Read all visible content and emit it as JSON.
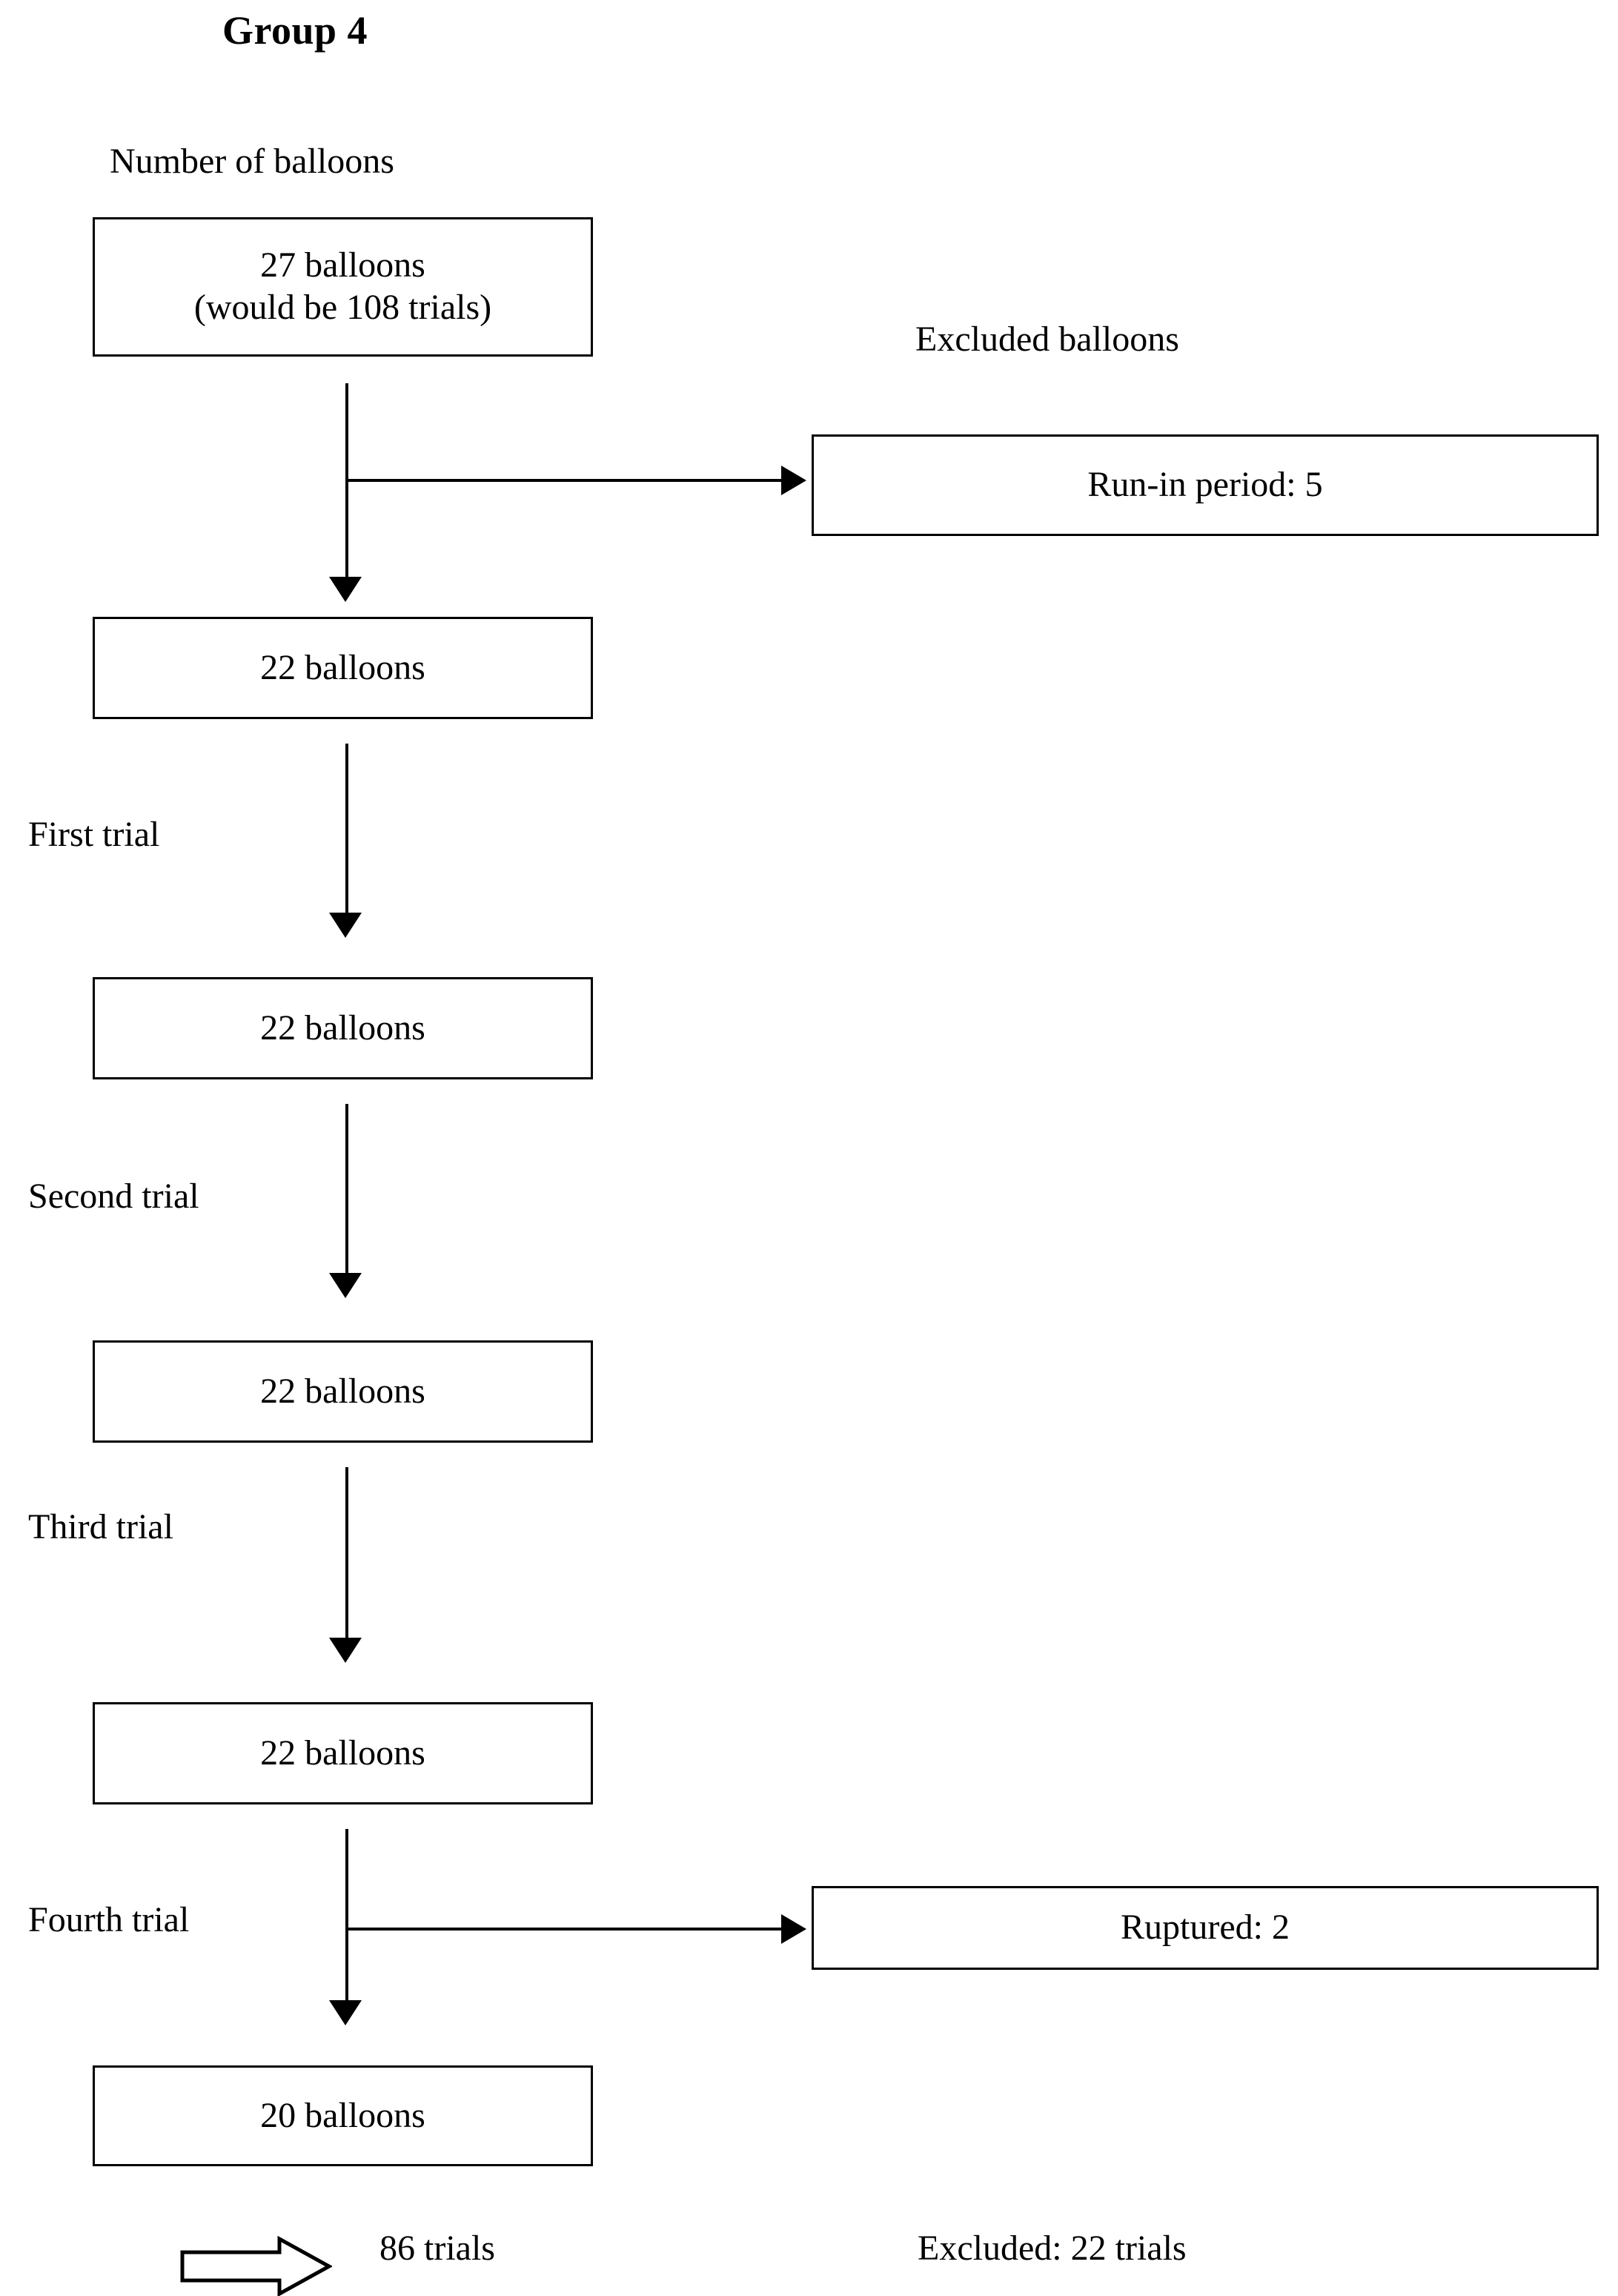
{
  "figure": {
    "group_title": "Group 4",
    "left_column_header": "Number of balloons",
    "right_column_header": "Excluded balloons"
  },
  "nodes": [
    {
      "id": "start",
      "lines": [
        "27 balloons",
        "(would be 108 trials)"
      ]
    },
    {
      "id": "after_runin",
      "lines": [
        "22 balloons"
      ]
    },
    {
      "id": "after_first",
      "lines": [
        "22 balloons"
      ]
    },
    {
      "id": "after_second",
      "lines": [
        "22 balloons"
      ]
    },
    {
      "id": "after_third",
      "lines": [
        "22 balloons"
      ]
    },
    {
      "id": "final",
      "lines": [
        "20 balloons"
      ]
    }
  ],
  "stage_labels": {
    "first": "First trial",
    "second": "Second trial",
    "third": "Third trial",
    "fourth": "Fourth trial"
  },
  "exclusions": [
    {
      "id": "runin",
      "label": "Run-in period: 5"
    },
    {
      "id": "ruptured",
      "label": "Ruptured: 2"
    }
  ],
  "footer": {
    "included_trials": "86 trials",
    "excluded_trials": "Excluded: 22 trials"
  },
  "colors": {
    "ink": "#000000",
    "paper": "#ffffff"
  }
}
